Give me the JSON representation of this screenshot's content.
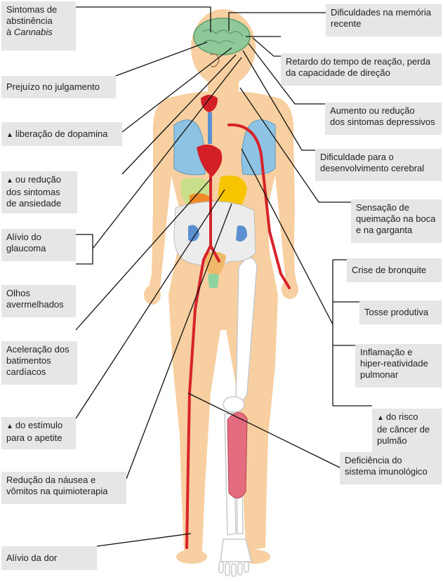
{
  "labels": {
    "abstinence": {
      "line1": "Sintomas de",
      "line2": "abstinência",
      "line3_prefix": "à ",
      "line3_italic": "Cannabis"
    },
    "judgment": "Prejuízo no julgamento",
    "dopamine": {
      "arrow": "▲",
      "text": "liberação de dopamina"
    },
    "anxiety": {
      "arrow": "▲",
      "line1": "ou redução",
      "line2": "dos sintomas",
      "line3": "de ansiedade"
    },
    "glaucoma": {
      "line1": "Alívio do",
      "line2": "glaucoma"
    },
    "red_eyes": {
      "line1": "Olhos",
      "line2": "avermelhados"
    },
    "heart_rate": {
      "line1": "Aceleração dos",
      "line2": "batimentos",
      "line3": "cardíacos"
    },
    "appetite": {
      "arrow": "▲",
      "line1": "do estímulo",
      "line2": "para o apetite"
    },
    "nausea": {
      "line1": "Redução da náusea e",
      "line2": "vômitos na quimioterapia"
    },
    "pain": "Alívio da dor",
    "memory": {
      "line1": "Dificuldades na memória",
      "line2": "recente"
    },
    "reaction": {
      "line1": "Retardo do tempo de reação, perda",
      "line2": "da capacidade de direção"
    },
    "depression": {
      "line1": "Aumento ou redução",
      "line2": "dos sintomas depressivos"
    },
    "brain_dev": {
      "line1": "Dificuldade para o",
      "line2": "desenvolvimento cerebral"
    },
    "burning": {
      "line1": "Sensação de",
      "line2": "queimação na boca",
      "line3": "e na garganta"
    },
    "bronchitis": "Crise de bronquite",
    "cough": "Tosse produtiva",
    "inflammation": {
      "line1": "Inflamação e",
      "line2": "hiper-reatividade",
      "line3": "pulmonar"
    },
    "cancer": {
      "arrow": "▲",
      "line1": "do risco",
      "line2": "de câncer de",
      "line3": "pulmão"
    },
    "immune": {
      "line1": "Deficiência do",
      "line2": "sistema imunológico"
    }
  },
  "colors": {
    "skin": "#f7cfa0",
    "brain": "#8fc99a",
    "lungs": "#8ec3e3",
    "heart": "#d31f26",
    "vessels": "#d8232a",
    "liver": "#f6c500",
    "muscle": "#e56b7e",
    "bone": "#ffffff",
    "label_bg": "#e6e6e6",
    "line": "#111111"
  }
}
